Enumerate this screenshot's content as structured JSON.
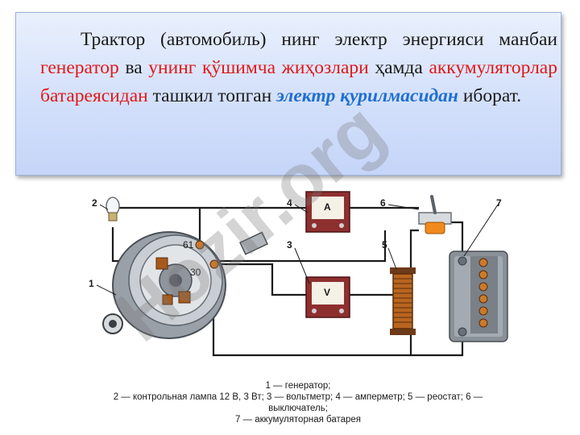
{
  "paragraph": {
    "p1": "Трактор (автомобиль) нинг электр энергияси манбаи ",
    "generator": "генератор",
    "p2": " ва ",
    "equipment": "унинг қўшимча жиҳозлари",
    "p3": " ҳамда ",
    "battery": "аккумуляторлар батареясидан",
    "p4": " ташкил топган ",
    "system": "электр қурилмасидан",
    "p5": " иборат."
  },
  "diagram": {
    "numbers": [
      "1",
      "2",
      "3",
      "4",
      "5",
      "6",
      "7"
    ],
    "terminal_61": "61",
    "terminal_30": "30",
    "ammeter_symbol": "A",
    "voltmeter_symbol": "V"
  },
  "caption": {
    "line1": "1 — генератор;",
    "line2": "2 — контрольная лампа 12 В, 3 Вт; 3 — вольтметр; 4 — амперметр; 5 — реостат; 6 —",
    "line3": "выключатель;",
    "line4": "7 — аккумуляторная батарея"
  },
  "watermark": "Hozir.org"
}
